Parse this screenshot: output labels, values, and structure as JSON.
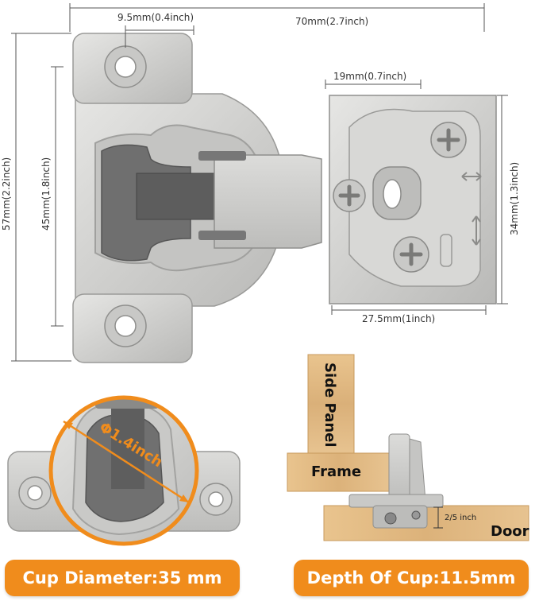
{
  "dimensions": {
    "overall_width": "70mm(2.7inch)",
    "hole_offset": "9.5mm(0.4inch)",
    "arm_width": "19mm(0.7inch)",
    "plate_height": "57mm(2.2inch)",
    "hole_spacing": "45mm(1.8inch)",
    "arm_height": "34mm(1.3inch)",
    "arm_length": "27.5mm(1inch)",
    "overlay": "2/5 inch"
  },
  "cup_marking": "Φ1.4inch",
  "install_labels": {
    "side_panel": "Side Panel",
    "frame": "Frame",
    "door": "Door"
  },
  "badges": {
    "cup_diameter": "Cup Diameter:35 mm",
    "cup_depth": "Depth Of Cup:11.5mm"
  },
  "colors": {
    "accent_orange": "#f08c1c",
    "wood": "#e8c48c",
    "metal": "#d3d3d1",
    "cup_gray": "#6e6e6e"
  }
}
